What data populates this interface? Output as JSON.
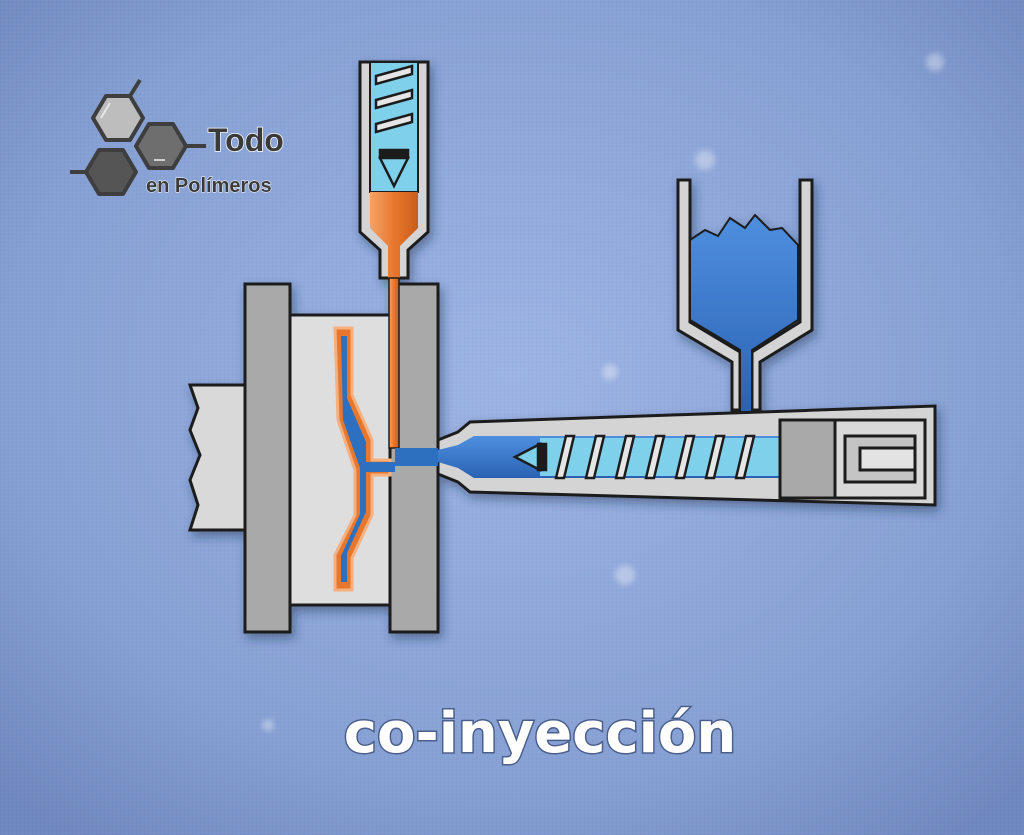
{
  "brand": {
    "title": "Todo",
    "subtitle": "en Polímeros"
  },
  "caption": "co-inyección",
  "colors": {
    "background": "#8aa3d6",
    "skin_material": "#e8772e",
    "core_material": "#2f6fc0",
    "screw_light": "#7fd0ea",
    "mold_gray": "#c9c9c9",
    "logo_hex": "#5a5a5a"
  }
}
